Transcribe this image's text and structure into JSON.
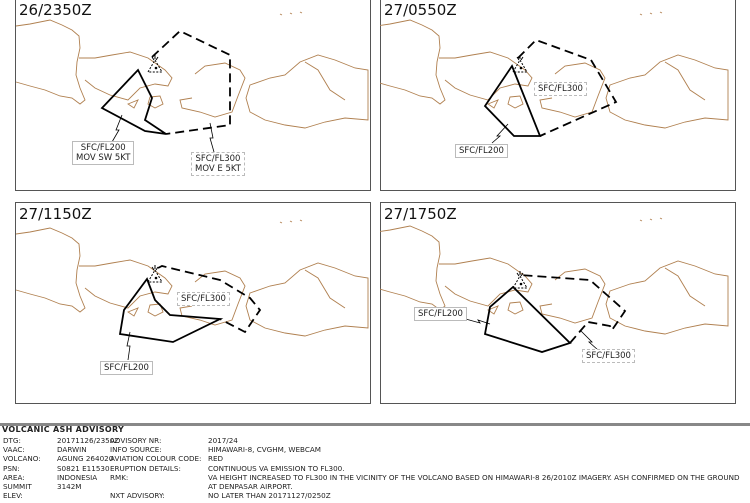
{
  "panels": [
    {
      "time": "26/2350Z",
      "labels": [
        {
          "text": "SFC/FL200",
          "sub": "MOV SW 5KT"
        },
        {
          "text": "SFC/FL300",
          "sub": "MOV E 5KT"
        }
      ]
    },
    {
      "time": "27/0550Z",
      "labels": [
        {
          "text": "SFC/FL300"
        },
        {
          "text": "SFC/FL200"
        }
      ]
    },
    {
      "time": "27/1150Z",
      "labels": [
        {
          "text": "SFC/FL300"
        },
        {
          "text": "SFC/FL200"
        }
      ]
    },
    {
      "time": "27/1750Z",
      "labels": [
        {
          "text": "SFC/FL200"
        },
        {
          "text": "SFC/FL300"
        }
      ]
    }
  ],
  "colors": {
    "coast": "#b08050",
    "ash": "#000000"
  },
  "advisory": {
    "title": "VOLCANIC ASH ADVISORY",
    "rows": [
      {
        "k1": "DTG:",
        "v1": "20171126/2350Z",
        "k2": "ADVISORY NR:",
        "v2": "2017/24"
      },
      {
        "k1": "VAAC:",
        "v1": "DARWIN",
        "k2": "INFO SOURCE:",
        "v2": "HIMAWARI-8, CVGHM, WEBCAM"
      },
      {
        "k1": "VOLCANO:",
        "v1": "AGUNG 264020",
        "k2": "AVIATION COLOUR CODE:",
        "v2": "RED"
      },
      {
        "k1": "PSN:",
        "v1": "S0821 E11530",
        "k2": "ERUPTION DETAILS:",
        "v2": "CONTINUOUS VA EMISSION TO FL300."
      },
      {
        "k1": "AREA:",
        "v1": "INDONESIA",
        "k2": "RMK:",
        "v2": "VA HEIGHT INCREASED TO FL300 IN THE VICINITY OF THE VOLCANO BASED ON HIMAWARI-8 26/2010Z IMAGERY. ASH CONFIRMED ON THE GROUND"
      },
      {
        "k1": "SUMMIT",
        "v1": "3142M",
        "k2": "",
        "v2": "AT DENPASAR AIRPORT."
      },
      {
        "k1": "ELEV:",
        "v1": "",
        "k2": "NXT ADVISORY:",
        "v2": "NO LATER THAN 20171127/0250Z"
      }
    ]
  }
}
